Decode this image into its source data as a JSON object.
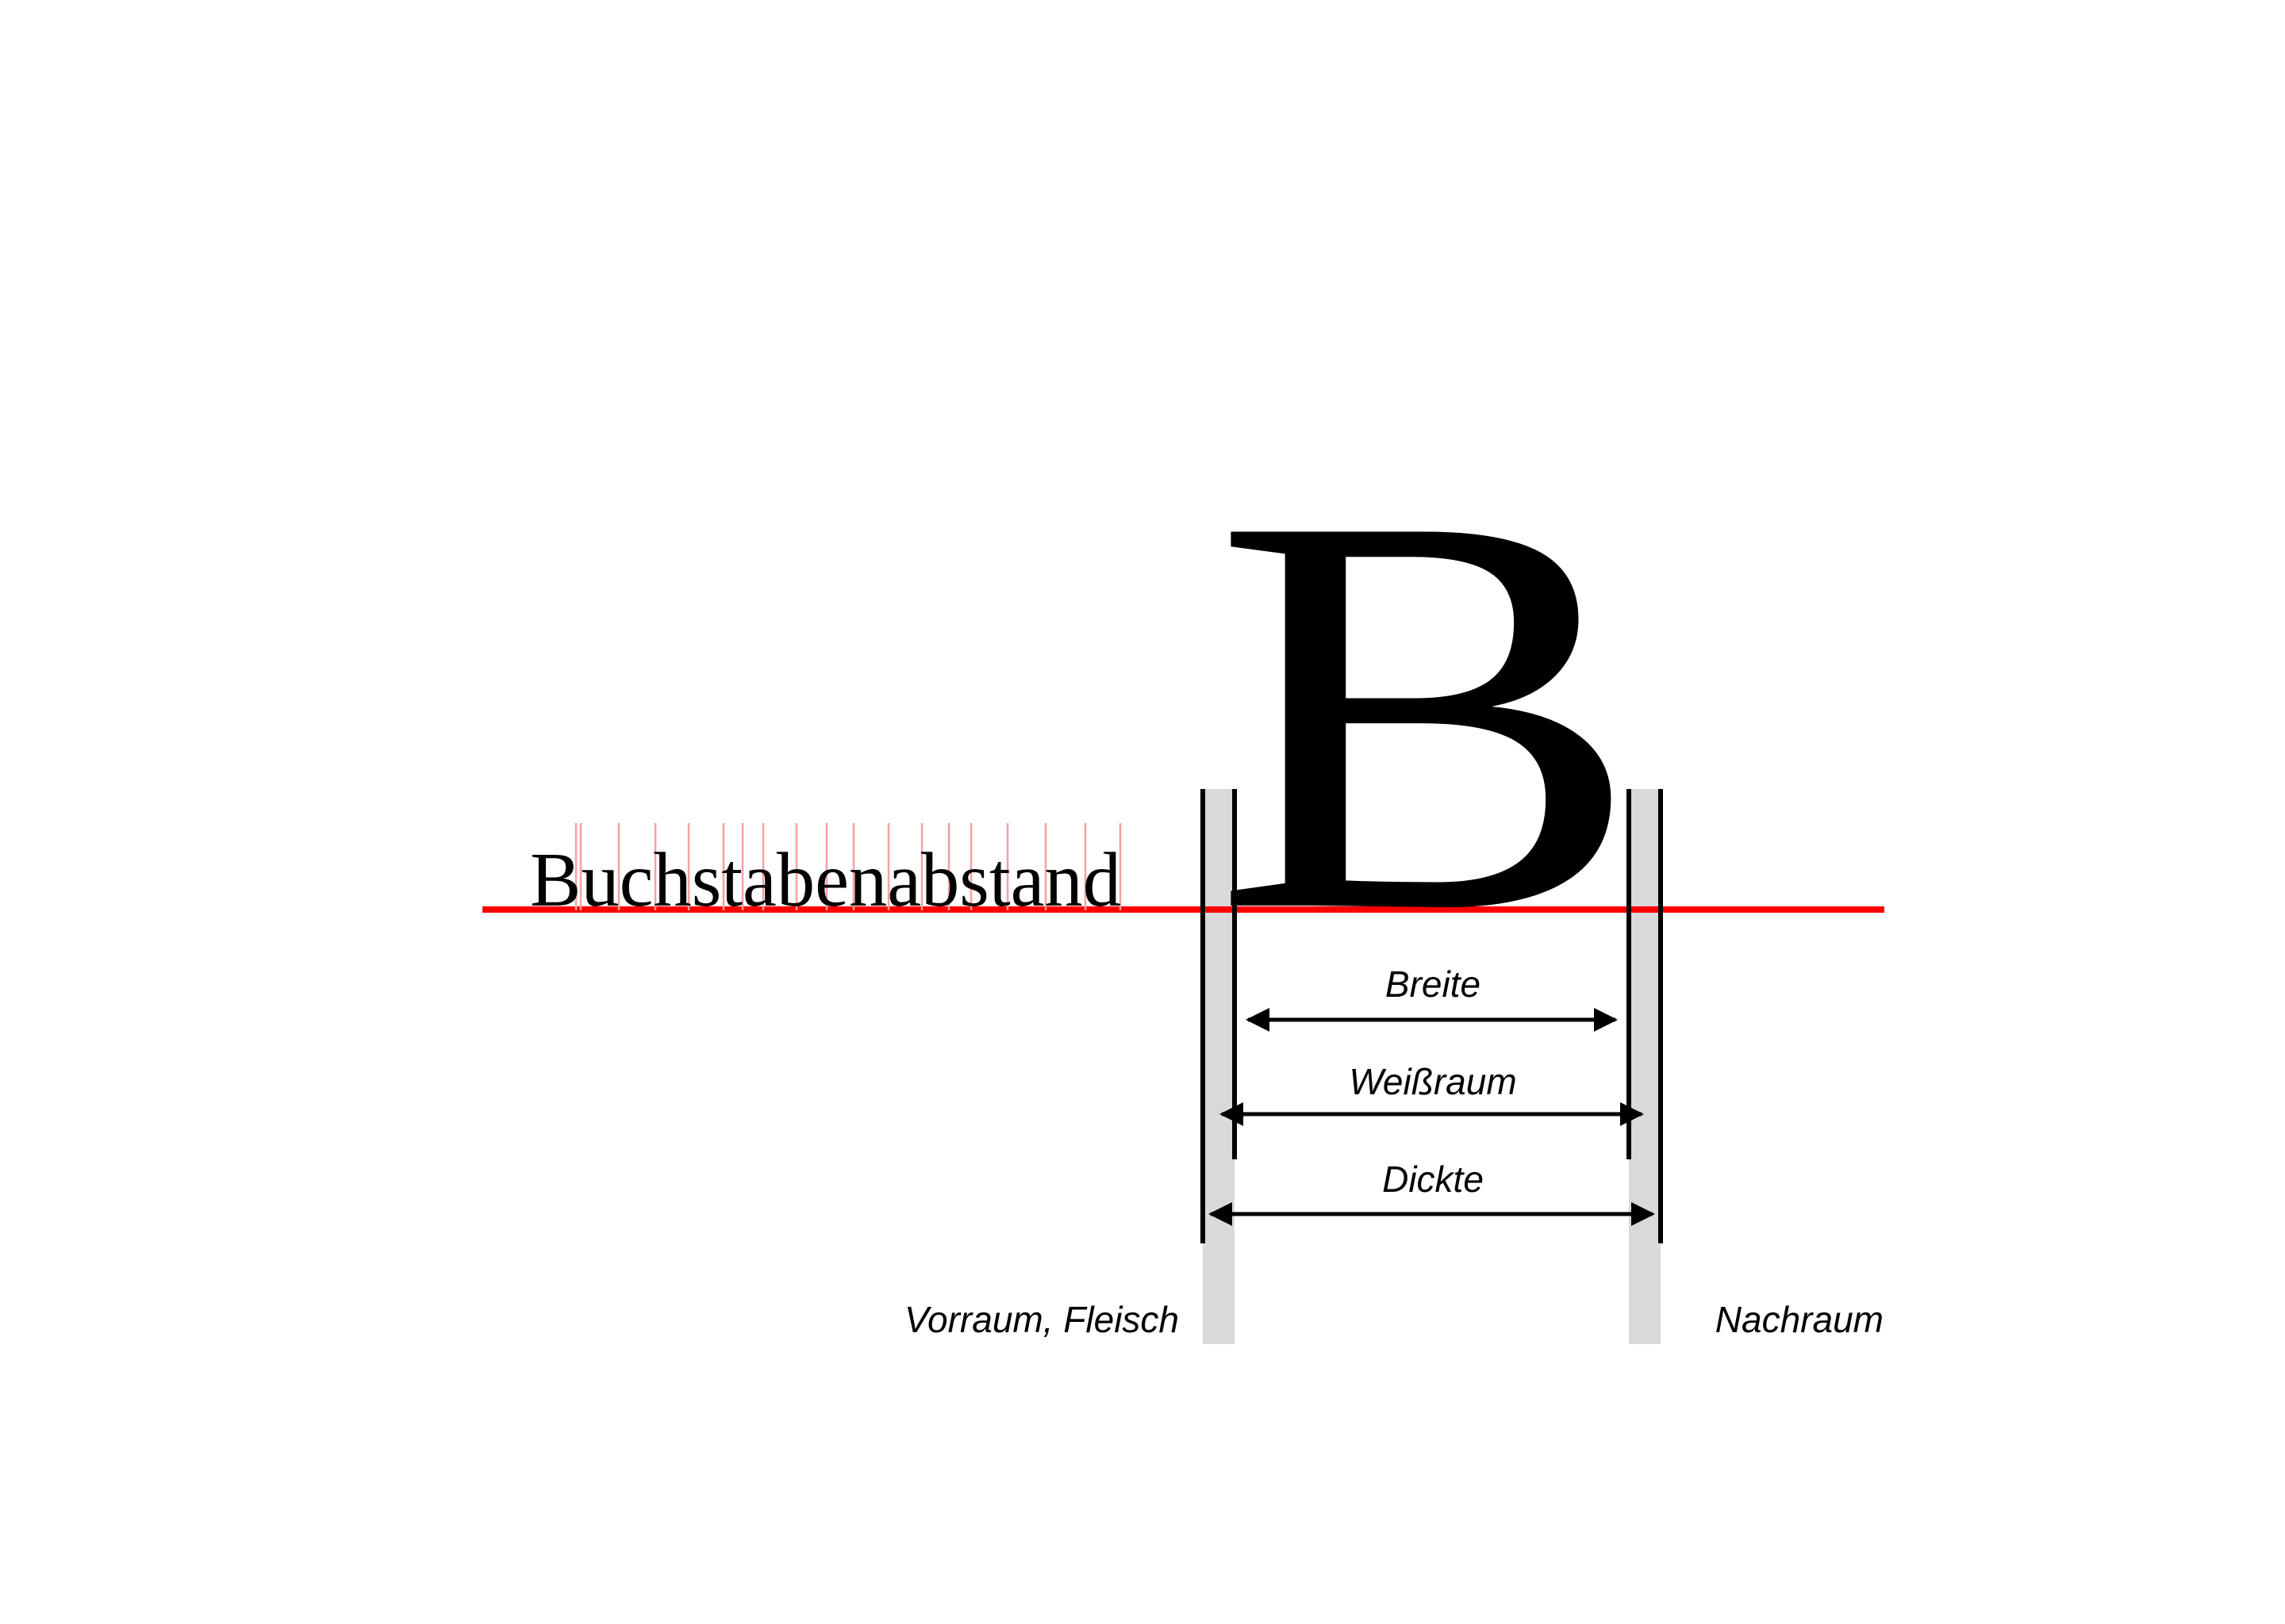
{
  "diagram": {
    "letter": "B",
    "word": "Buchstabenabstand",
    "measures": {
      "breite": "Breite",
      "weissraum": "Weißraum",
      "dickte": "Dickte"
    },
    "left_label": "Vorraum, Fleisch",
    "right_label": "Nachraum",
    "colors": {
      "baseline": "#ff0000",
      "letter_spacing_marks": "#f5a0a0",
      "sidebearing_band": "#d9d9d9",
      "ink": "#000000",
      "background": "#ffffff"
    }
  }
}
